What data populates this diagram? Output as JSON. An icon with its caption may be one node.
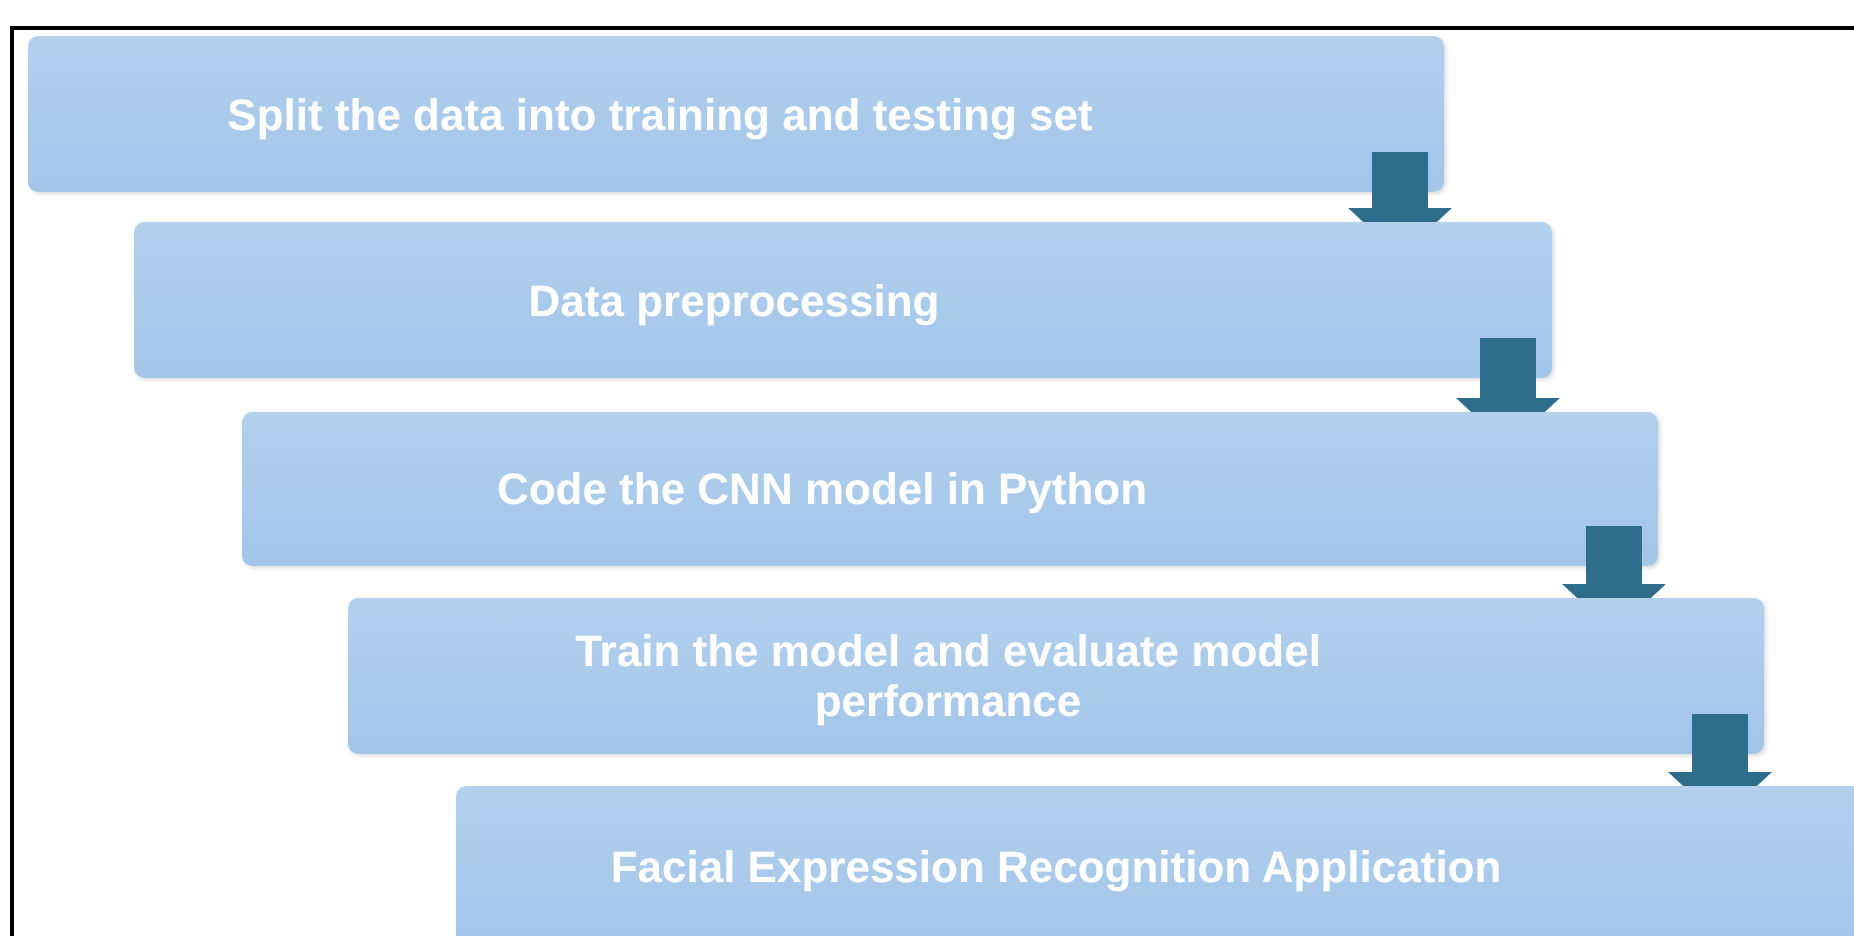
{
  "diagram": {
    "nodes": [
      {
        "text": [
          "Split the data into training and testing set"
        ]
      },
      {
        "text": [
          "Data preprocessing"
        ]
      },
      {
        "text": [
          "Code the CNN model in Python"
        ]
      },
      {
        "text": [
          "Train the model and evaluate model performance"
        ]
      },
      {
        "text": [
          "Facial Expression Recognition Application"
        ]
      }
    ],
    "edges": [
      {
        "from": 0,
        "to": 1,
        "arrow": "to"
      },
      {
        "from": 1,
        "to": 2,
        "arrow": "to"
      },
      {
        "from": 2,
        "to": 3,
        "arrow": "to"
      },
      {
        "from": 3,
        "to": 4,
        "arrow": "to"
      }
    ]
  }
}
